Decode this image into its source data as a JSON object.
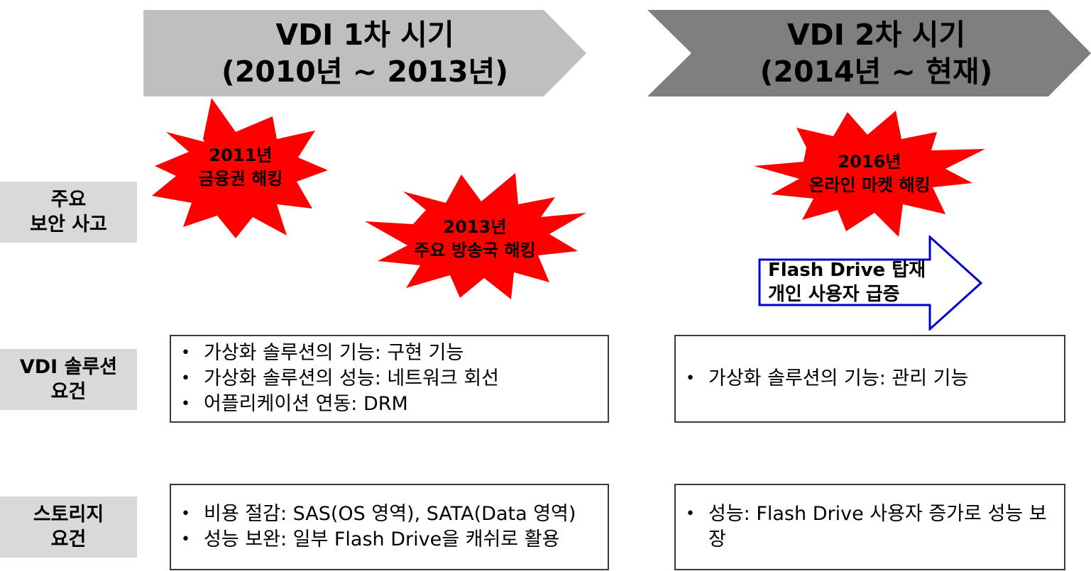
{
  "periods": [
    {
      "title": "VDI 1차 시기",
      "range": "(2010년 ~ 2013년)",
      "color": "#bfbfbf"
    },
    {
      "title": "VDI 2차 시기",
      "range": "(2014년 ~ 현재)",
      "color": "#7f7f7f"
    }
  ],
  "row_labels": {
    "incidents": [
      "주요",
      "보안 사고"
    ],
    "vdi": [
      "VDI 솔루션",
      "요건"
    ],
    "storage": [
      "스토리지",
      "요건"
    ]
  },
  "incidents": [
    {
      "year": "2011년",
      "event": "금융권 해킹"
    },
    {
      "year": "2013년",
      "event": "주요 방송국 해킹"
    },
    {
      "year": "2016년",
      "event": "온라인 마켓 해킹"
    }
  ],
  "flash_note": {
    "line1": "Flash Drive 탑재",
    "line2": "개인 사용자 급증",
    "border_color": "#0000cc"
  },
  "vdi_requirements": {
    "period1": [
      "가상화 솔루션의 기능: 구현 기능",
      "가상화 솔루션의 성능: 네트워크 회선",
      "어플리케이션 연동: DRM"
    ],
    "period2": [
      "가상화 솔루션의 기능: 관리 기능"
    ]
  },
  "storage_requirements": {
    "period1": [
      "비용 절감: SAS(OS 영역), SATA(Data 영역)",
      "성능 보완: 일부 Flash Drive을 캐쉬로 활용"
    ],
    "period2": [
      "성능: Flash Drive 사용자 증가로 성능 보장"
    ]
  },
  "colors": {
    "burst": "#ff0000",
    "row_label_bg": "#d9d9d9"
  }
}
